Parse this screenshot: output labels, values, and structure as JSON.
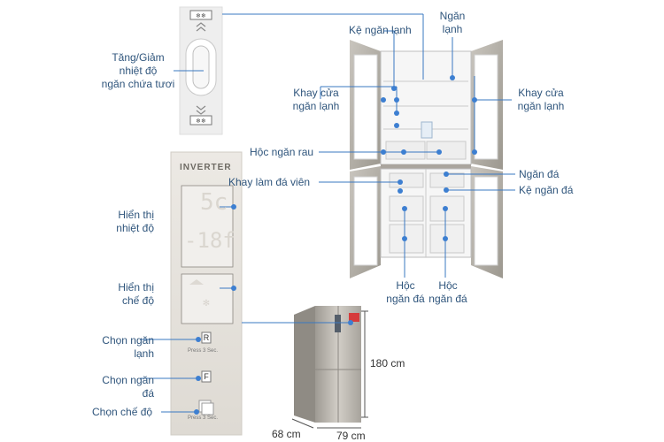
{
  "callouts": {
    "temp_adjust": "Tăng/Giảm\nnhiệt độ\nngăn chứa tươi",
    "cooler_shelf": "Kệ ngăn lạnh",
    "cooler_compartment": "Ngăn\nlạnh",
    "door_tray_left": "Khay cửa\nngăn lạnh",
    "door_tray_right": "Khay cửa\nngăn lạnh",
    "vegetable_drawer": "Hộc ngăn rau",
    "ice_tray": "Khay làm đá viên",
    "freezer_compartment": "Ngăn đá",
    "freezer_shelf": "Kệ ngăn đá",
    "freezer_drawer_left": "Hộc\nngăn đá",
    "freezer_drawer_right": "Hộc\nngăn đá",
    "temp_display": "Hiển thị\nnhiệt độ",
    "mode_display": "Hiển thị\nchế độ",
    "select_cooler": "Chọn ngăn\nlạnh",
    "select_freezer": "Chọn ngăn\nđá",
    "select_mode": "Chọn chế độ"
  },
  "panel": {
    "brand": "INVERTER",
    "display_top": "5c",
    "display_bottom": "-18f",
    "button_r": "R",
    "button_f": "F",
    "press_hint_1": "Press 3 Sec.",
    "press_hint_2": "Press 3 Sec."
  },
  "dimensions": {
    "height": "180 cm",
    "depth": "68 cm",
    "width": "79 cm"
  },
  "colors": {
    "callout_line": "#3a78c2",
    "dot": "#3d7fd1",
    "label_text": "#2f557c",
    "panel_bg": "#e6e2dc",
    "steel": "#b7b3ac"
  }
}
